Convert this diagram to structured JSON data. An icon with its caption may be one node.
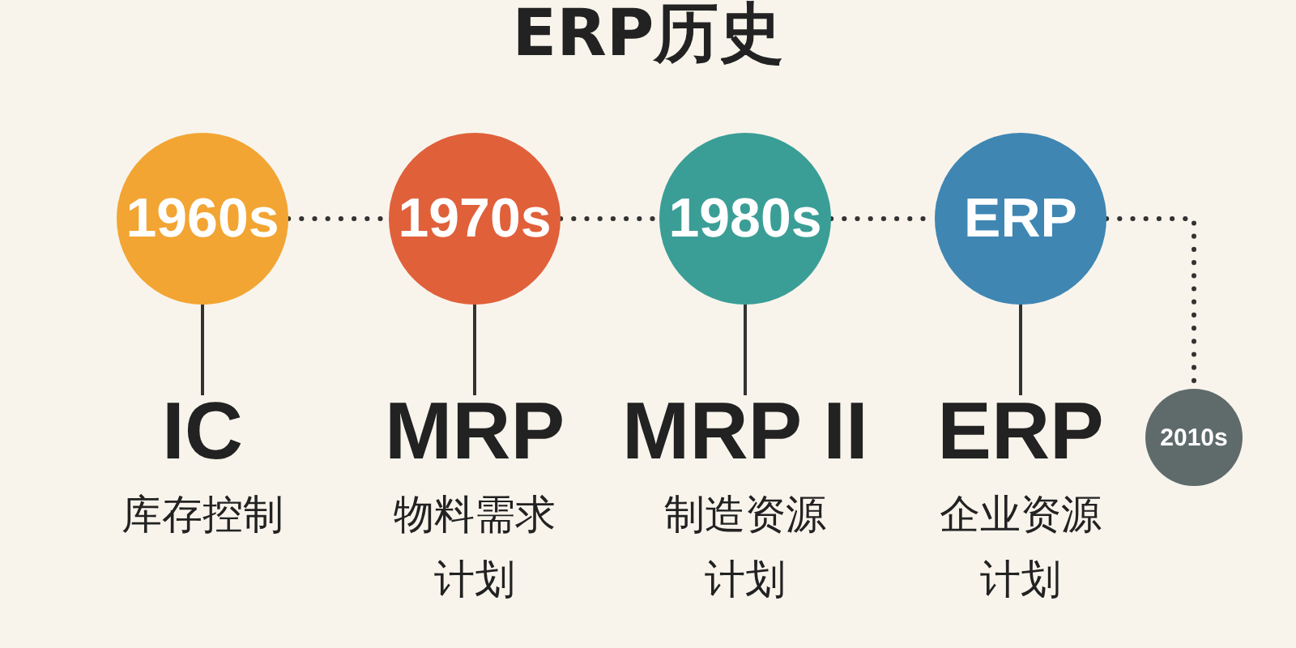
{
  "diagram": {
    "title": "ERP历史",
    "nodes": [
      {
        "text": [
          "1960s"
        ]
      },
      {
        "text": [
          "1970s"
        ]
      },
      {
        "text": [
          "1980s"
        ]
      },
      {
        "text": [
          "ERP"
        ]
      },
      {
        "text": [
          "2010s"
        ]
      },
      {
        "text": [
          "IC",
          "库存控制"
        ]
      },
      {
        "text": [
          "MRP",
          "物料需求计划"
        ]
      },
      {
        "text": [
          "MRP II",
          "制造资源计划"
        ]
      },
      {
        "text": [
          "ERP",
          "企业资源计划"
        ]
      }
    ],
    "edges": [
      {
        "from": 0,
        "to": 1,
        "arrow": "none",
        "style": "dashed"
      },
      {
        "from": 1,
        "to": 2,
        "arrow": "none",
        "style": "dashed"
      },
      {
        "from": 2,
        "to": 3,
        "arrow": "none",
        "style": "dashed"
      },
      {
        "from": 3,
        "to": 4,
        "arrow": "none",
        "style": "dashed"
      },
      {
        "from": 0,
        "to": 5,
        "arrow": "none"
      },
      {
        "from": 1,
        "to": 6,
        "arrow": "none"
      },
      {
        "from": 2,
        "to": 7,
        "arrow": "none"
      },
      {
        "from": 3,
        "to": 8,
        "arrow": "none"
      }
    ]
  }
}
